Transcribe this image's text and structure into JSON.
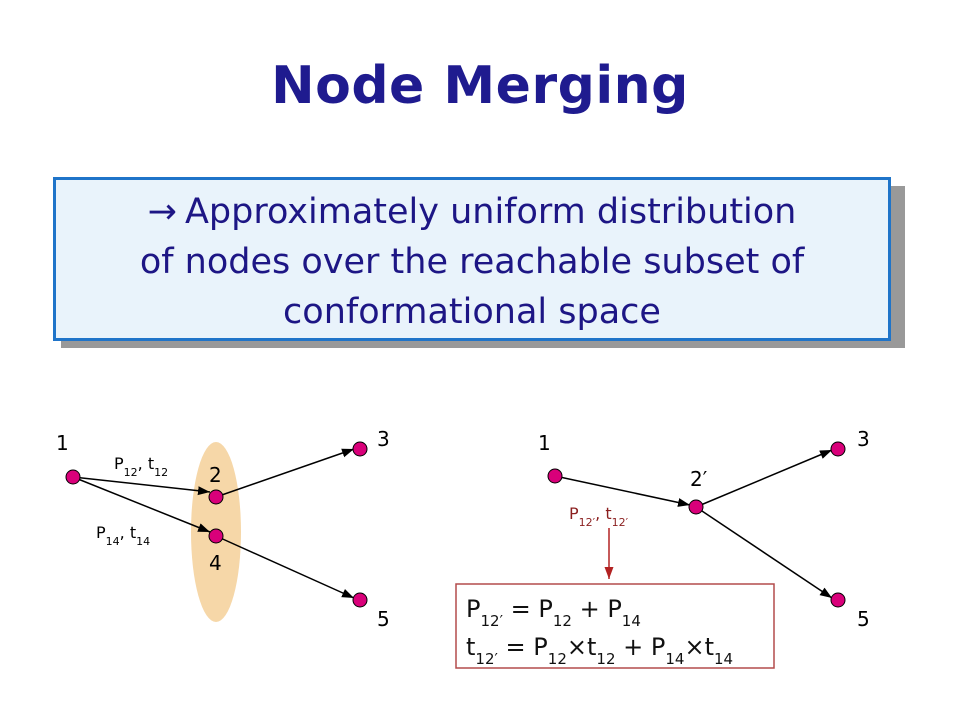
{
  "slide": {
    "title": "Node Merging",
    "callout": {
      "arrow_icon": "→",
      "line1": "Approximately uniform distribution",
      "line2": "of nodes over the reachable subset of",
      "line3": "conformational space"
    }
  },
  "left_diagram": {
    "nodes": {
      "n1": "1",
      "n2": "2",
      "n3": "3",
      "n4": "4",
      "n5": "5"
    },
    "edges": {
      "e12": {
        "p": "P",
        "p_sub": "12",
        "t": "t",
        "t_sub": "12",
        "sep": ", "
      },
      "e14": {
        "p": "P",
        "p_sub": "14",
        "t": "t",
        "t_sub": "14",
        "sep": ", "
      }
    }
  },
  "right_diagram": {
    "nodes": {
      "n1": "1",
      "n2": "2′",
      "n3": "3",
      "n5": "5"
    },
    "edge": {
      "p": "P",
      "p_sub": "12′",
      "t": "t",
      "t_sub": "12′",
      "sep": ", "
    }
  },
  "formula_box": {
    "line1": {
      "lhs": "P",
      "lhs_sub": "12′",
      "eq": " = ",
      "a": "P",
      "a_sub": "12",
      "plus": " + ",
      "b": "P",
      "b_sub": "14"
    },
    "line2": {
      "lhs": "t",
      "lhs_sub": "12′",
      "eq": " = ",
      "a1": "P",
      "a1_sub": "12",
      "times1": "×",
      "a2": "t",
      "a2_sub": "12",
      "plus": " + ",
      "b1": "P",
      "b1_sub": "14",
      "times2": "×",
      "b2": "t",
      "b2_sub": "14"
    }
  },
  "colors": {
    "title": "#1f1b8f",
    "callout_border": "#1f74c9",
    "callout_fill": "#e9f3fb",
    "callout_text": "#1d1685",
    "node_fill": "#d9007a",
    "group_fill": "#f6d7a8",
    "formula_border": "#b34b4b",
    "red_arrow": "#b22222"
  }
}
